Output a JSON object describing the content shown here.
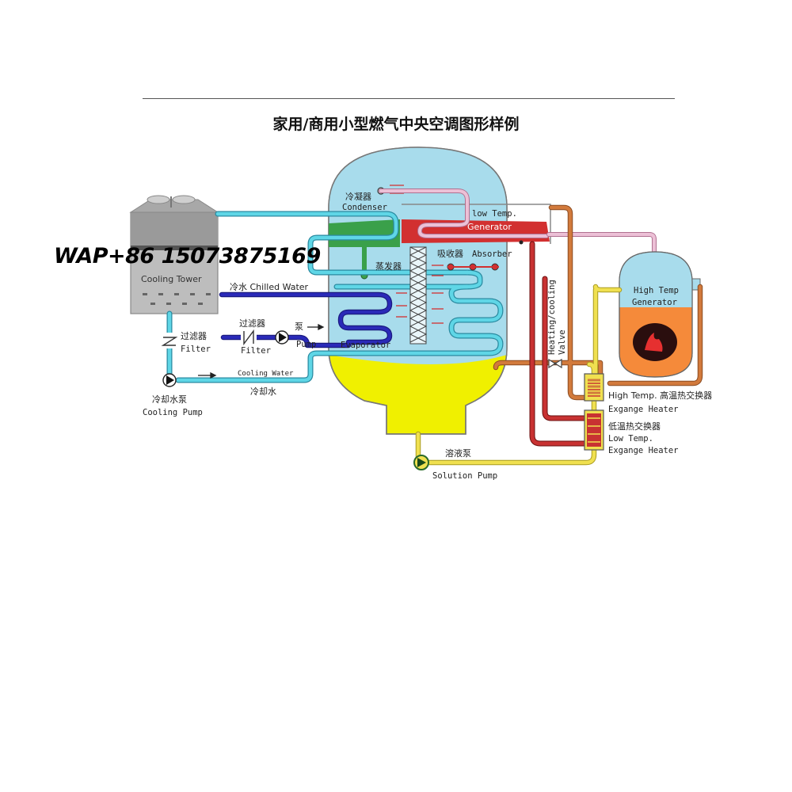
{
  "title": "家用/商用小型燃气中央空调图形样例",
  "watermark": "WAP+86 15073875169",
  "labels": {
    "condenser_cn": "冷凝器",
    "condenser_en": "Condenser",
    "low_temp_gen_1": "low Temp.",
    "low_temp_gen_2": "Generator",
    "evaporator_cn": "蒸发器",
    "absorber_cn": "吸收器",
    "absorber_en": "Absorber",
    "chilled_water": "冷水 Chilled Water",
    "evaporator_en": "Evaporator",
    "cooling_tower": "Cooling Tower",
    "filter1_cn": "过滤器",
    "filter1_en": "Filter",
    "filter2_cn": "过滤器",
    "filter2_en": "Filter",
    "pump_cn": "泵",
    "pump_en": "Pump",
    "cooling_water_en": "Cooling Water",
    "cooling_water_cn": "冷却水",
    "cooling_pump_cn": "冷却水泵",
    "cooling_pump_en": "Cooling Pump",
    "heating_cooling": "Heating/cooling",
    "valve": "Valve",
    "high_temp_gen_1": "High Temp",
    "high_temp_gen_2": "Generator",
    "high_hx_1": "High Temp. 高温热交换器",
    "high_hx_2": "Exgange Heater",
    "low_hx_1": "低温热交换器",
    "low_hx_2": "Low Temp.",
    "low_hx_3": "Exgange Heater",
    "solution_pump_cn": "溶液泵",
    "solution_pump_en": "Solution Pump"
  },
  "colors": {
    "vessel_blue": "#a8dcec",
    "vessel_yellow": "#f0f000",
    "cooling_pipe": "#5fd6e6",
    "chilled_pipe": "#2a2ab8",
    "red_pipe": "#c83232",
    "orange_pipe": "#d27a3c",
    "yellow_pipe": "#f0e050",
    "pink_pipe": "#e8a8c8",
    "generator_orange": "#f58a3a",
    "generator_red": "#e63030",
    "condenser_green": "#3aa04a",
    "tower_gray": "#bdbdbd"
  },
  "icons": [
    "fan-icon",
    "filter-icon",
    "pump-icon",
    "valve-icon",
    "flame-icon",
    "spray-nozzle-icon",
    "flow-arrow-icon"
  ]
}
